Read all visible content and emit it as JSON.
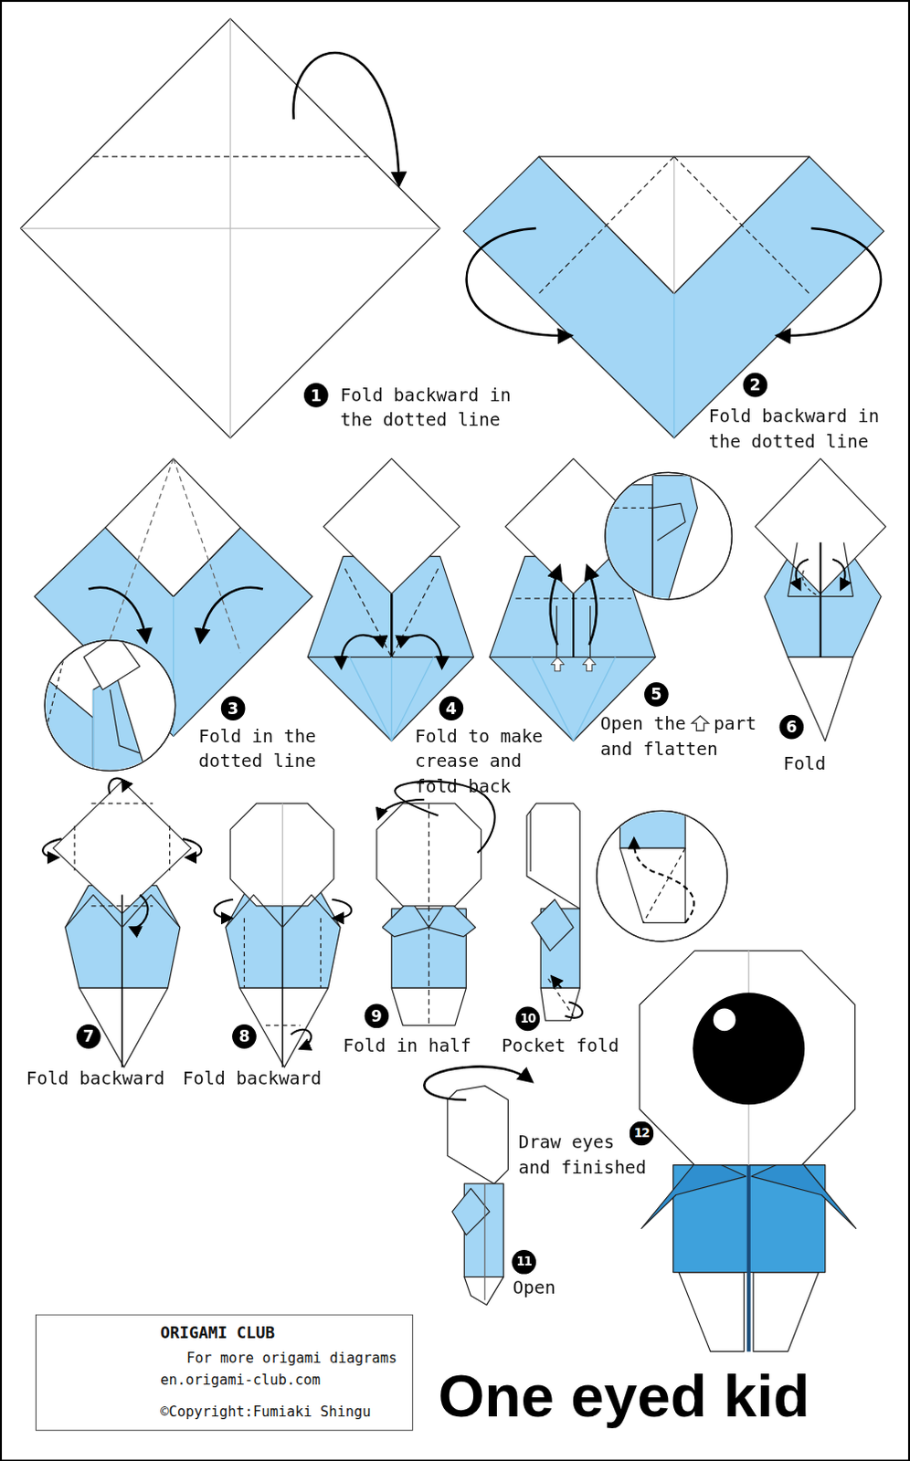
{
  "diagram": {
    "title": "One eyed kid",
    "nodes": [
      {
        "text": [
          "ORIGAMI CLUB",
          "For more origami diagrams",
          "en.origami-club.com",
          "©Copyright:Fumiaki Shingu"
        ]
      }
    ],
    "labels": [
      "1",
      "Fold backward in the dotted line",
      "2",
      "Fold backward in the dotted line",
      "3",
      "Fold in the dotted line",
      "4",
      "Fold to make crease and fold back",
      "5",
      "Open the",
      "part and flatten",
      "6",
      "Fold",
      "7",
      "Fold backward",
      "8",
      "Fold backward",
      "9",
      "Fold in half",
      "10",
      "Pocket fold",
      "11",
      "Open",
      "12",
      "Draw eyes and finished"
    ]
  }
}
